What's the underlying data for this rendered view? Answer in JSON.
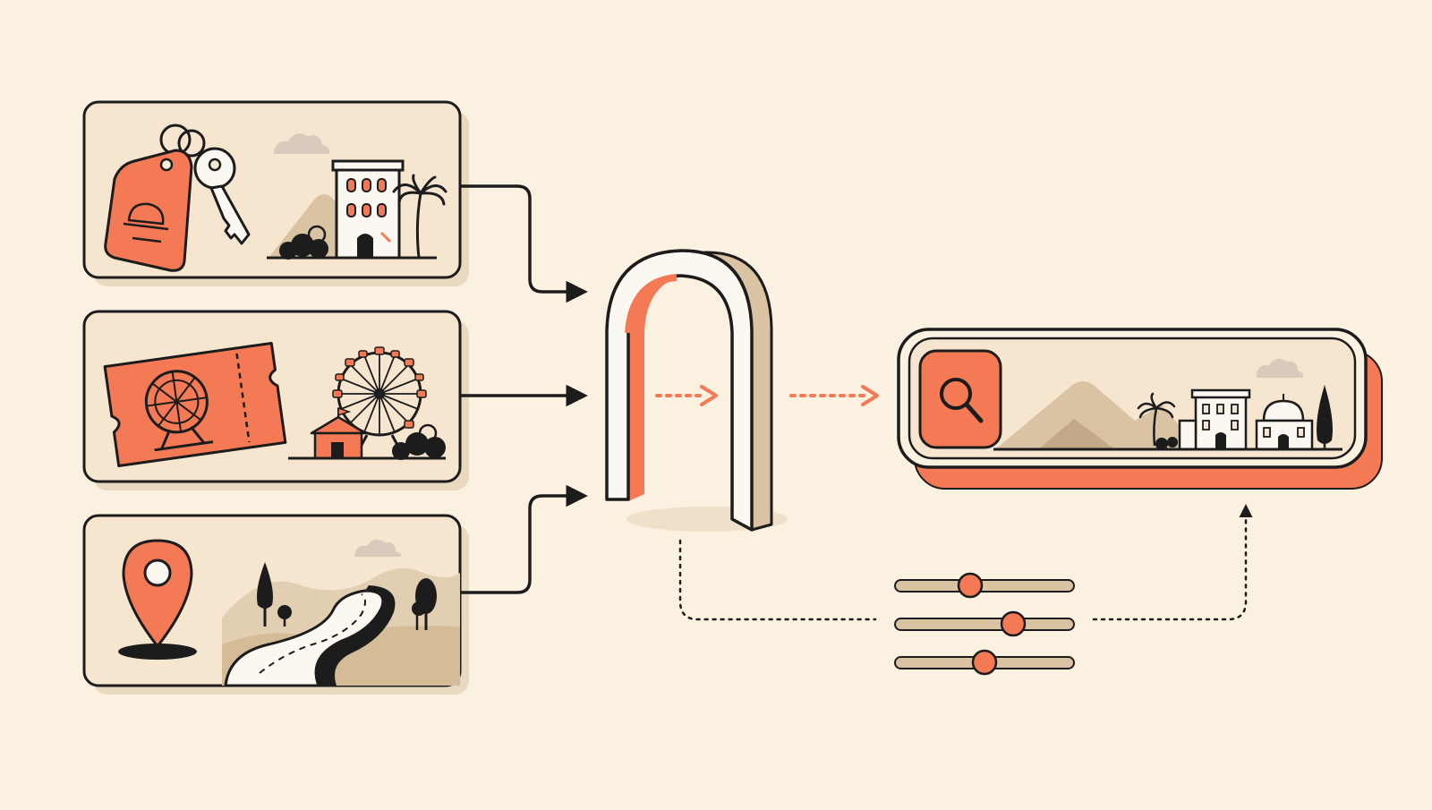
{
  "colors": {
    "background": "#fbf1e0",
    "card_fill": "#f6e6cf",
    "ink": "#1c1c1c",
    "accent": "#f47a55",
    "accent_dark": "#e8643e",
    "sand": "#d9c3a3",
    "sand_dark": "#c4a988",
    "cloud": "#d8cbbb",
    "track": "#d9c3a3",
    "white": "#fbf7f1"
  },
  "inputs": [
    {
      "id": "hotel",
      "icons": [
        "key-tag-icon",
        "key-icon",
        "cloud-icon",
        "hotel-building-icon",
        "palm-tree-icon",
        "mountain-icon",
        "bushes-icon"
      ]
    },
    {
      "id": "attraction",
      "icons": [
        "ticket-icon",
        "ferris-wheel-icon",
        "carousel-tent-icon",
        "bushes-icon"
      ]
    },
    {
      "id": "location",
      "icons": [
        "map-pin-icon",
        "winding-road-icon",
        "cloud-icon",
        "tree-icon",
        "mountain-icon"
      ]
    }
  ],
  "gateway": {
    "icon": "arch-gateway-icon"
  },
  "output": {
    "icons": [
      "search-icon",
      "mountain-icon",
      "palm-tree-icon",
      "hotel-building-icon",
      "domed-building-icon",
      "cypress-tree-icon",
      "cloud-icon"
    ]
  },
  "controls": {
    "icon": "sliders-icon",
    "slider_levels": [
      0.42,
      0.66,
      0.5
    ]
  }
}
